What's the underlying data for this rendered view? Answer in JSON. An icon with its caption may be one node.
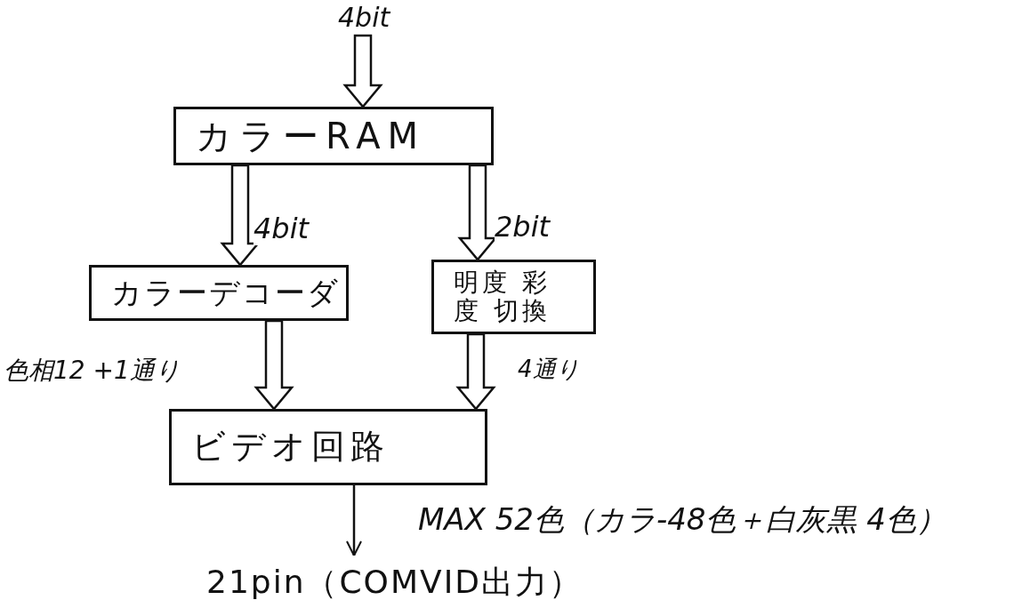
{
  "diagram": {
    "nodes": [
      {
        "text": [
          "カラーRAM"
        ]
      },
      {
        "text": [
          "カラーデコーダ"
        ]
      },
      {
        "text": [
          "明度 彩度 切換"
        ]
      },
      {
        "text": [
          "ビデオ回路"
        ]
      },
      {
        "text": [
          "21pin（COMVID出力）"
        ]
      }
    ],
    "edges": [
      {
        "from": null,
        "to": 0,
        "arrow": "to",
        "label": "4bit",
        "style": "thick"
      },
      {
        "from": 0,
        "to": 1,
        "arrow": "to",
        "label": "4bit",
        "style": "thick"
      },
      {
        "from": 0,
        "to": 2,
        "arrow": "to",
        "label": "2bit",
        "style": "thick"
      },
      {
        "from": 1,
        "to": 3,
        "arrow": "to",
        "label": "色相12 +1通り",
        "style": "thick"
      },
      {
        "from": 2,
        "to": 3,
        "arrow": "to",
        "label": "4通り",
        "style": "thick"
      },
      {
        "from": 3,
        "to": 4,
        "arrow": "to",
        "label": "MAX 52色（カラ-48色＋白灰黒 4色）"
      }
    ]
  }
}
